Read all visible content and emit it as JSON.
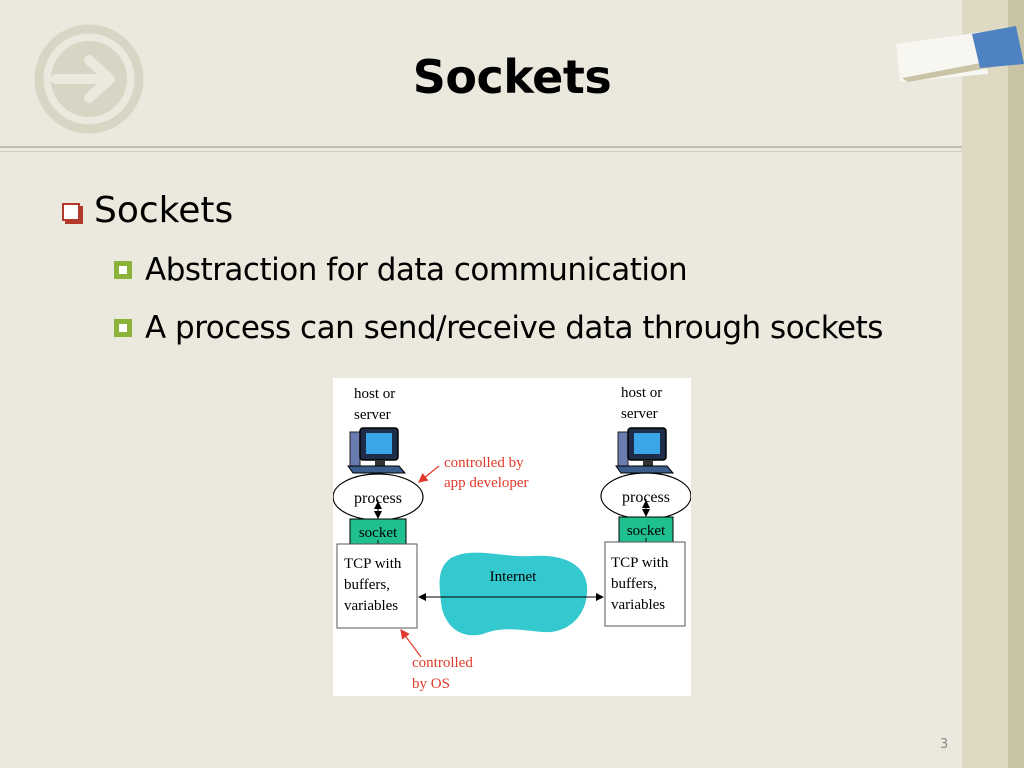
{
  "slide": {
    "title": "Sockets",
    "bullets": [
      {
        "text": "Sockets",
        "level": 1
      },
      {
        "text": "Abstraction for data communication",
        "level": 2
      },
      {
        "text": "A process can send/receive data through sockets",
        "level": 2
      }
    ],
    "page_number": "3"
  },
  "diagram": {
    "left_host_label_1": "host or",
    "left_host_label_2": "server",
    "right_host_label_1": "host or",
    "right_host_label_2": "server",
    "left_process": "process",
    "right_process": "process",
    "left_socket": "socket",
    "right_socket": "socket",
    "left_tcp_1": "TCP with",
    "left_tcp_2": "buffers,",
    "left_tcp_3": "variables",
    "right_tcp_1": "TCP with",
    "right_tcp_2": "buffers,",
    "right_tcp_3": "variables",
    "internet": "Internet",
    "annotation_app_1": "controlled by",
    "annotation_app_2": "app developer",
    "annotation_os_1": "controlled",
    "annotation_os_2": "by OS"
  },
  "colors": {
    "background": "#ebe8dd",
    "socket_fill": "#1fbf8f",
    "internet_cloud": "#33c9cf",
    "annotation_red": "#e03a2a",
    "level1_bullet": "#b23a2a",
    "level2_bullet": "#8bb33a"
  },
  "icons": [
    "forward-arrow-circle-icon",
    "desktop-computer-icon"
  ]
}
